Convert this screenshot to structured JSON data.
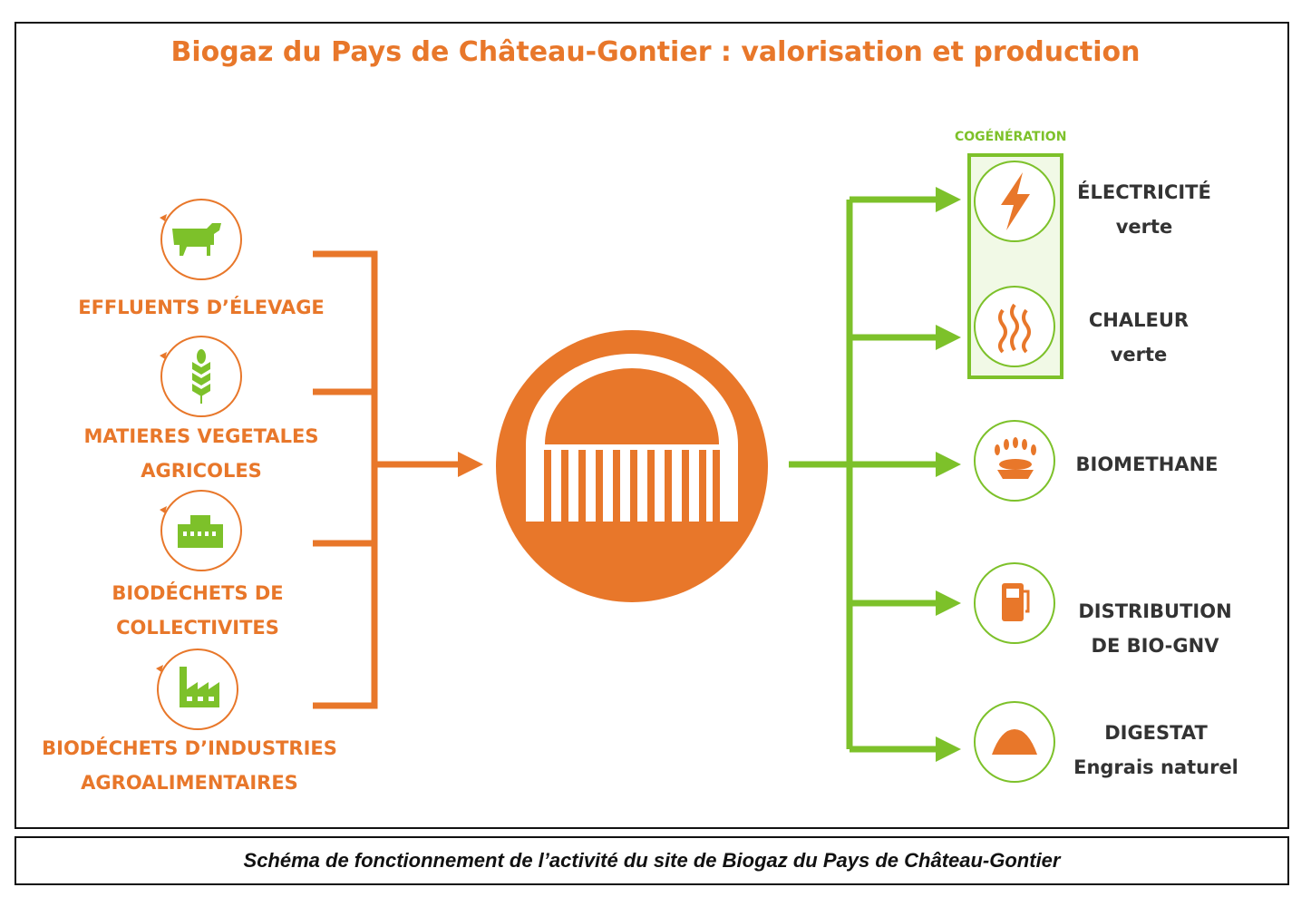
{
  "title": "Biogaz du Pays de Château-Gontier : valorisation et production",
  "caption": "Schéma de fonctionnement de l’activité du site de Biogaz du Pays de Château-Gontier",
  "colors": {
    "orange": "#E8772A",
    "green": "#7DC12A",
    "dark": "#333333"
  },
  "inputs": [
    {
      "icon": "cow-icon",
      "lines": [
        "EFFLUENTS D’ÉLEVAGE"
      ]
    },
    {
      "icon": "wheat-icon",
      "lines": [
        "MATIERES VEGETALES",
        "AGRICOLES"
      ]
    },
    {
      "icon": "building-icon",
      "lines": [
        "BIODÉCHETS DE",
        "COLLECTIVITES"
      ]
    },
    {
      "icon": "factory-icon",
      "lines": [
        "BIODÉCHETS D’INDUSTRIES",
        "AGROALIMENTAIRES"
      ]
    }
  ],
  "center": {
    "icon": "digester-icon"
  },
  "cogeneration_label": "COGÉNÉRATION",
  "outputs": [
    {
      "icon": "lightning-icon",
      "lines": [
        "ÉLECTRICITÉ",
        "verte"
      ]
    },
    {
      "icon": "heat-waves-icon",
      "lines": [
        "CHALEUR",
        "verte"
      ]
    },
    {
      "icon": "gas-burner-icon",
      "lines": [
        "BIOMETHANE"
      ]
    },
    {
      "icon": "fuel-pump-icon",
      "lines": [
        "DISTRIBUTION",
        "DE BIO-GNV"
      ]
    },
    {
      "icon": "fertilizer-pile-icon",
      "lines": [
        "DIGESTAT",
        "Engrais naturel"
      ]
    }
  ]
}
